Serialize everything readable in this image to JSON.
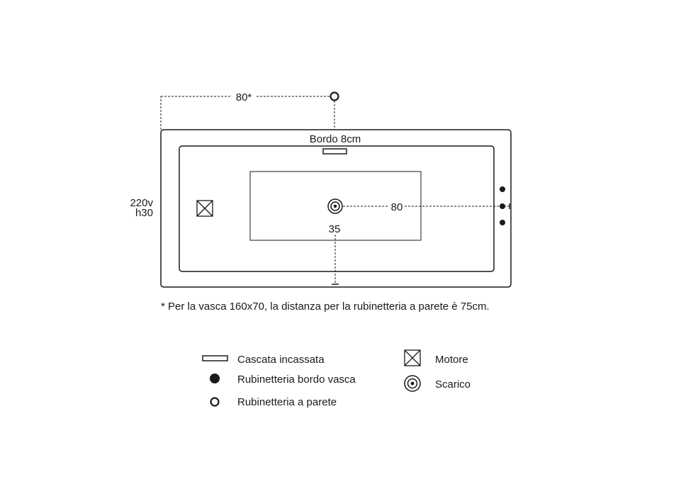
{
  "drawing": {
    "dim_wall_faucet": "80*",
    "rim_label": "Bordo 8cm",
    "power_label_line1": "220v",
    "power_label_line2": "h30",
    "dim_drain_side": "80",
    "dim_drain_center": "35",
    "footnote": "* Per la vasca 160x70, la distanza per la rubinetteria a parete è 75cm."
  },
  "legend": {
    "items_left": [
      {
        "icon": "recessed-waterfall-icon",
        "label": "Cascata incassata"
      },
      {
        "icon": "deck-faucet-icon",
        "label": "Rubinetteria bordo vasca"
      },
      {
        "icon": "wall-faucet-icon",
        "label": "Rubinetteria a parete"
      }
    ],
    "items_right": [
      {
        "icon": "motor-icon",
        "label": "Motore"
      },
      {
        "icon": "drain-icon",
        "label": "Scarico"
      }
    ]
  },
  "colors": {
    "stroke": "#1a1a1a",
    "background": "#ffffff"
  }
}
